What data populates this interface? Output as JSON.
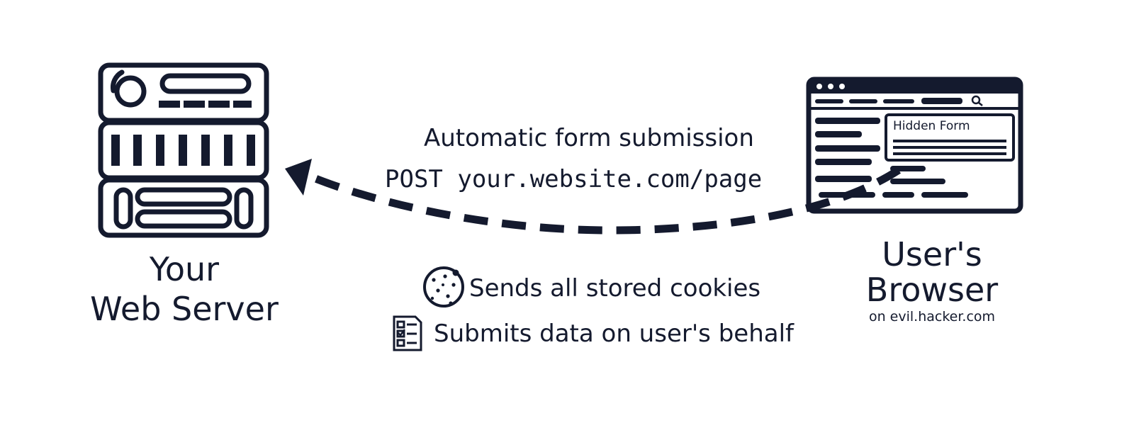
{
  "server": {
    "line1": "Your",
    "line2": "Web Server"
  },
  "browser": {
    "line1": "User's",
    "line2": "Browser",
    "sub": "on evil.hacker.com",
    "form_title": "Hidden Form"
  },
  "arrow": {
    "caption": "Automatic form submission",
    "request": "POST your.website.com/page"
  },
  "notes": {
    "cookies": "Sends all stored cookies",
    "submit": "Submits data on user's behalf"
  },
  "colors": {
    "ink": "#141a2e",
    "background": "#ffffff"
  },
  "icons": {
    "server": "server-rack-icon",
    "browser": "browser-window-icon",
    "cookie": "cookie-icon",
    "form": "checklist-form-icon"
  }
}
